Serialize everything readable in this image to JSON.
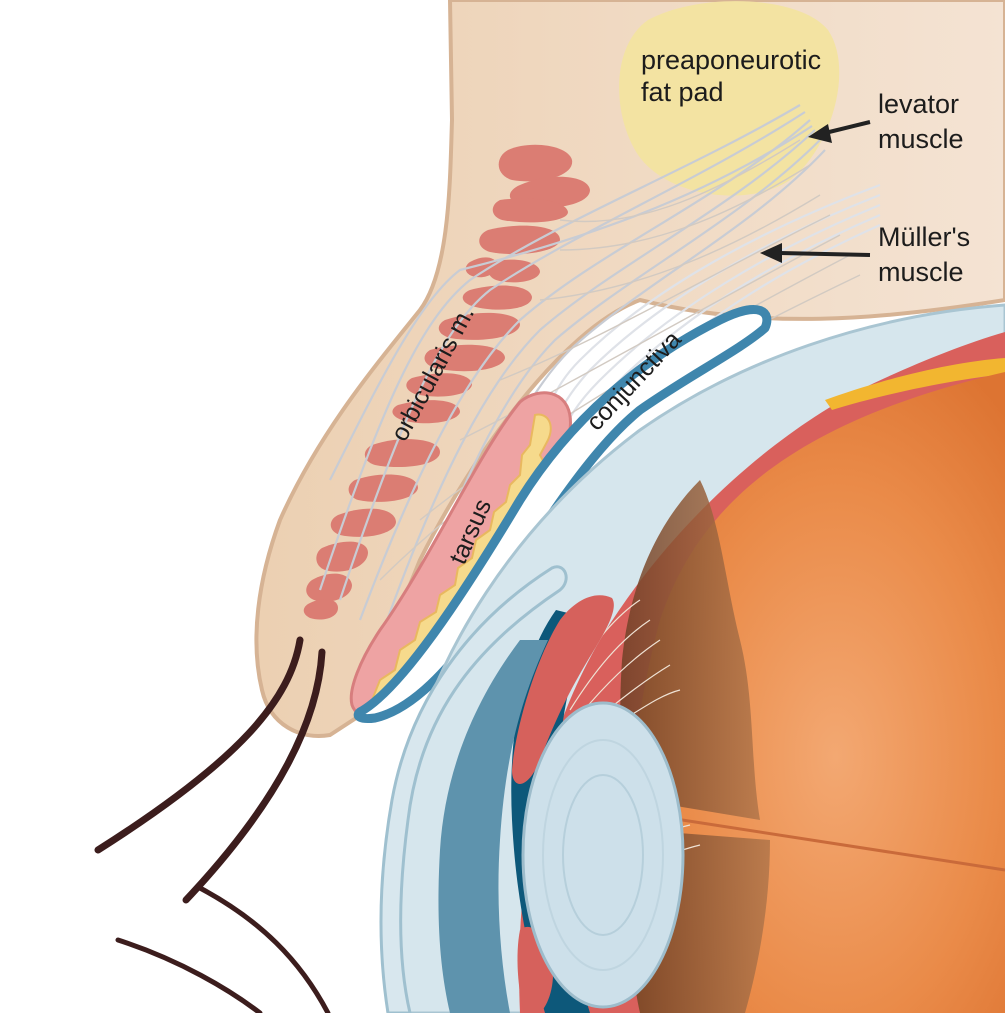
{
  "labels": {
    "fat_pad_line1": "preaponeurotic",
    "fat_pad_line2": "fat pad",
    "levator_line1": "levator",
    "levator_line2": "muscle",
    "muller_line1": "Müller's",
    "muller_line2": "muscle",
    "orbicularis": "orbicularis m.",
    "conjunctiva": "conjunctiva",
    "tarsus": "tarsus"
  },
  "colors": {
    "skin": "#efd6bb",
    "skin_edge": "#d8b596",
    "fat_pad": "#f4e3a0",
    "orbicularis": "#da7c72",
    "tarsus_outer": "#eea0a0",
    "tarsus_inner": "#f6d88a",
    "conjunctiva": "#3f86ad",
    "sclera": "#d7e6ec",
    "choroid": "#d9605c",
    "iris": "#0e5a7a",
    "lens": "#cfe1ea",
    "ciliary_body": "#8f5a3a",
    "vitreous": "#e6853f",
    "eyelash": "#3e1e1e",
    "arrow": "#222222"
  }
}
